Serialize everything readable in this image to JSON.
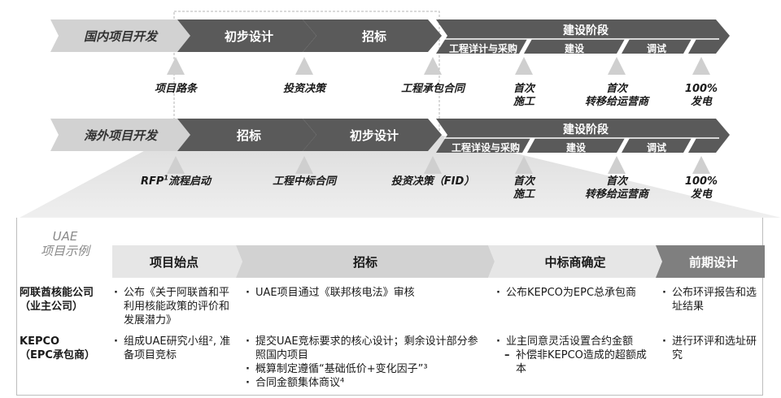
{
  "domestic": {
    "label": "国内项目开发",
    "phases": [
      "初步设计",
      "招标"
    ],
    "construction": {
      "title": "建设阶段",
      "subs": [
        "工程详计与采购",
        "建设",
        "调试"
      ]
    },
    "milestones": [
      {
        "lines": [
          "项目路条"
        ]
      },
      {
        "lines": [
          "投资决策"
        ]
      },
      {
        "lines": [
          "工程承包合同"
        ]
      },
      {
        "lines": [
          "首次",
          "施工"
        ]
      },
      {
        "lines": [
          "首次",
          "转移给运营商"
        ]
      },
      {
        "lines": [
          "100%",
          "发电"
        ]
      }
    ]
  },
  "overseas": {
    "label": "海外项目开发",
    "phases": [
      "招标",
      "初步设计"
    ],
    "construction": {
      "title": "建设阶段",
      "subs": [
        "工程详设与采购",
        "建设",
        "调试"
      ]
    },
    "milestones": [
      {
        "prefix": "RFP",
        "sup": "1",
        "suffix": "流程启动"
      },
      {
        "lines": [
          "工程中标合同"
        ]
      },
      {
        "lines": [
          "投资决策（FID）"
        ]
      },
      {
        "lines": [
          "首次",
          "施工"
        ]
      },
      {
        "lines": [
          "首次",
          "转移给运营商"
        ]
      },
      {
        "lines": [
          "100%",
          "发电"
        ]
      }
    ]
  },
  "example": {
    "title_line1": "UAE",
    "title_line2": "项目示例",
    "headers": [
      "项目始点",
      "招标",
      "中标商确定",
      "前期设计"
    ],
    "rows": [
      {
        "label_line1": "阿联酋核能公司",
        "label_line2": "（业主公司）",
        "cells": [
          [
            "公布《关于阿联酋和平利用核能政策的评价和发展潜力》"
          ],
          [
            "UAE项目通过《联邦核电法》审核"
          ],
          [
            "公布KEPCO为EPC总承包商"
          ],
          [
            "公布环评报告和选址结果"
          ]
        ]
      },
      {
        "label_line1": "KEPCO",
        "label_line2": "（EPC承包商）",
        "cells": [
          [
            "组成UAE研究小组², 准备项目竞标"
          ],
          [
            "提交UAE竞标要求的核心设计；剩余设计部分参照国内项目",
            "概算制定遵循“基础低价+变化因子”³",
            "合同金额集体商议⁴"
          ],
          [
            "业主同意灵活设置合约金额",
            "– 补偿非KEPCO造成的超额成本"
          ],
          [
            "进行环评和选址研究"
          ]
        ]
      }
    ]
  }
}
